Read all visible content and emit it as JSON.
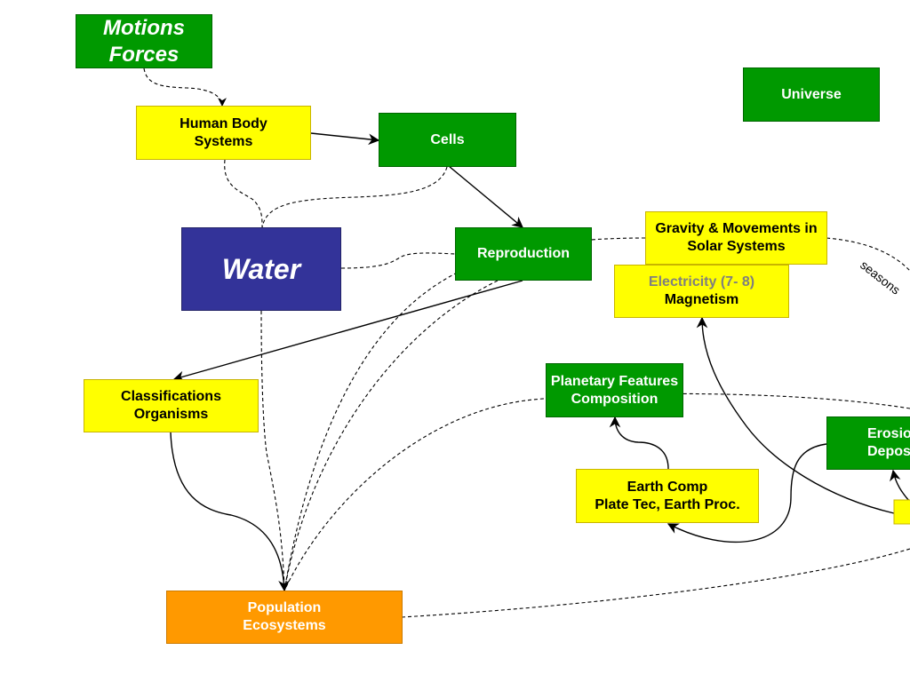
{
  "diagram": {
    "nodes": {
      "motions_forces": {
        "lines": [
          "Motions",
          "Forces"
        ],
        "color": "green"
      },
      "human_body": {
        "lines": [
          "Human Body",
          "Systems"
        ],
        "color": "yellow"
      },
      "cells": {
        "lines": [
          "Cells"
        ],
        "color": "green"
      },
      "universe": {
        "lines": [
          "Universe"
        ],
        "color": "green"
      },
      "water": {
        "lines": [
          "Water"
        ],
        "color": "navy"
      },
      "reproduction": {
        "lines": [
          "Reproduction"
        ],
        "color": "green"
      },
      "gravity": {
        "lines": [
          "Gravity & Movements in",
          "Solar Systems"
        ],
        "color": "yellow"
      },
      "electricity": {
        "lines": [
          "Electricity (7- 8)",
          "Magnetism"
        ],
        "color": "yellow"
      },
      "classifications": {
        "lines": [
          "Classifications",
          "Organisms"
        ],
        "color": "yellow"
      },
      "planetary": {
        "lines": [
          "Planetary Features",
          "Composition"
        ],
        "color": "green"
      },
      "erosion": {
        "lines": [
          "Erosio",
          "Deposit"
        ],
        "color": "green"
      },
      "earth_comp": {
        "lines": [
          "Earth Comp",
          "Plate Tec, Earth Proc."
        ],
        "color": "yellow"
      },
      "population": {
        "lines": [
          "Population",
          "Ecosystems"
        ],
        "color": "orange"
      }
    },
    "edge_labels": {
      "seasons": "seasons"
    },
    "colors": {
      "green": "#009900",
      "yellow": "#ffff00",
      "orange": "#ff9900",
      "navy": "#333399",
      "line": "#000000"
    }
  }
}
